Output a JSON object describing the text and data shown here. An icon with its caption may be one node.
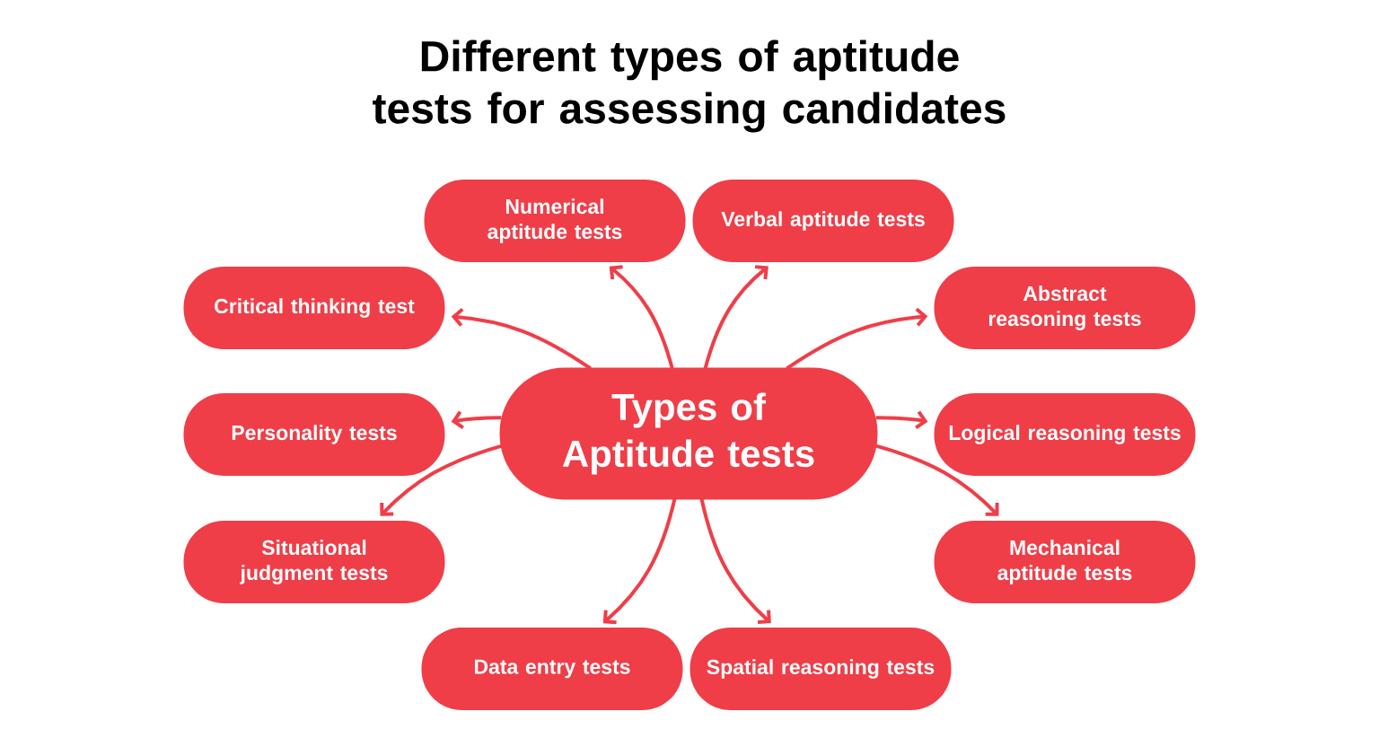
{
  "diagram": {
    "title": "Different types of aptitude tests for assessing candidates",
    "nodes": [
      {
        "text": [
          "Types of Aptitude tests"
        ]
      },
      {
        "text": [
          "Numerical aptitude tests"
        ]
      },
      {
        "text": [
          "Verbal aptitude tests"
        ]
      },
      {
        "text": [
          "Critical thinking test"
        ]
      },
      {
        "text": [
          "Abstract reasoning tests"
        ]
      },
      {
        "text": [
          "Personality tests"
        ]
      },
      {
        "text": [
          "Logical reasoning tests"
        ]
      },
      {
        "text": [
          "Situational judgment tests"
        ]
      },
      {
        "text": [
          "Mechanical aptitude tests"
        ]
      },
      {
        "text": [
          "Data entry tests"
        ]
      },
      {
        "text": [
          "Spatial reasoning tests"
        ]
      }
    ],
    "edges": [
      {
        "from": 0,
        "to": 1,
        "arrow": "to"
      },
      {
        "from": 0,
        "to": 2,
        "arrow": "to"
      },
      {
        "from": 0,
        "to": 3,
        "arrow": "to"
      },
      {
        "from": 0,
        "to": 4,
        "arrow": "to"
      },
      {
        "from": 0,
        "to": 5,
        "arrow": "to"
      },
      {
        "from": 0,
        "to": 6,
        "arrow": "to"
      },
      {
        "from": 0,
        "to": 7,
        "arrow": "to"
      },
      {
        "from": 0,
        "to": 8,
        "arrow": "to"
      },
      {
        "from": 0,
        "to": 9,
        "arrow": "to"
      },
      {
        "from": 0,
        "to": 10,
        "arrow": "to"
      }
    ]
  }
}
